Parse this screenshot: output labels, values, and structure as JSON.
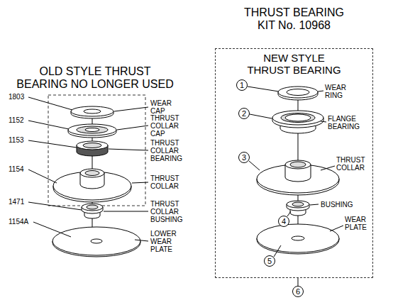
{
  "diagram": {
    "nodes": [
      {
        "text": [
          "THRUST BEARING KIT No. 10968",
          "NEW STYLE THRUST BEARING"
        ]
      },
      {
        "text": [
          "1"
        ],
        "in": 0
      },
      {
        "text": [
          "2"
        ],
        "in": 0
      },
      {
        "text": [
          "3"
        ],
        "in": 0
      },
      {
        "text": [
          "4"
        ],
        "in": 0
      },
      {
        "text": [
          "5"
        ],
        "in": 0
      },
      {
        "text": [
          "6"
        ]
      }
    ],
    "edges": [
      {
        "from": 0,
        "to": 6,
        "arrow": "none"
      }
    ],
    "labels": [
      "OLD STYLE THRUST BEARING NO LONGER USED",
      "1803",
      "WEAR CAP",
      "1152",
      "THRUST COLLAR CAP",
      "1153",
      "THRUST COLLAR BEARING",
      "1154",
      "THRUST COLLAR",
      "1471",
      "THRUST COLLAR BUSHING",
      "1154A",
      "LOWER WEAR PLATE",
      "WEAR RING",
      "FLANGE BEARING",
      "THRUST COLLAR",
      "BUSHING",
      "WEAR PLATE"
    ]
  }
}
